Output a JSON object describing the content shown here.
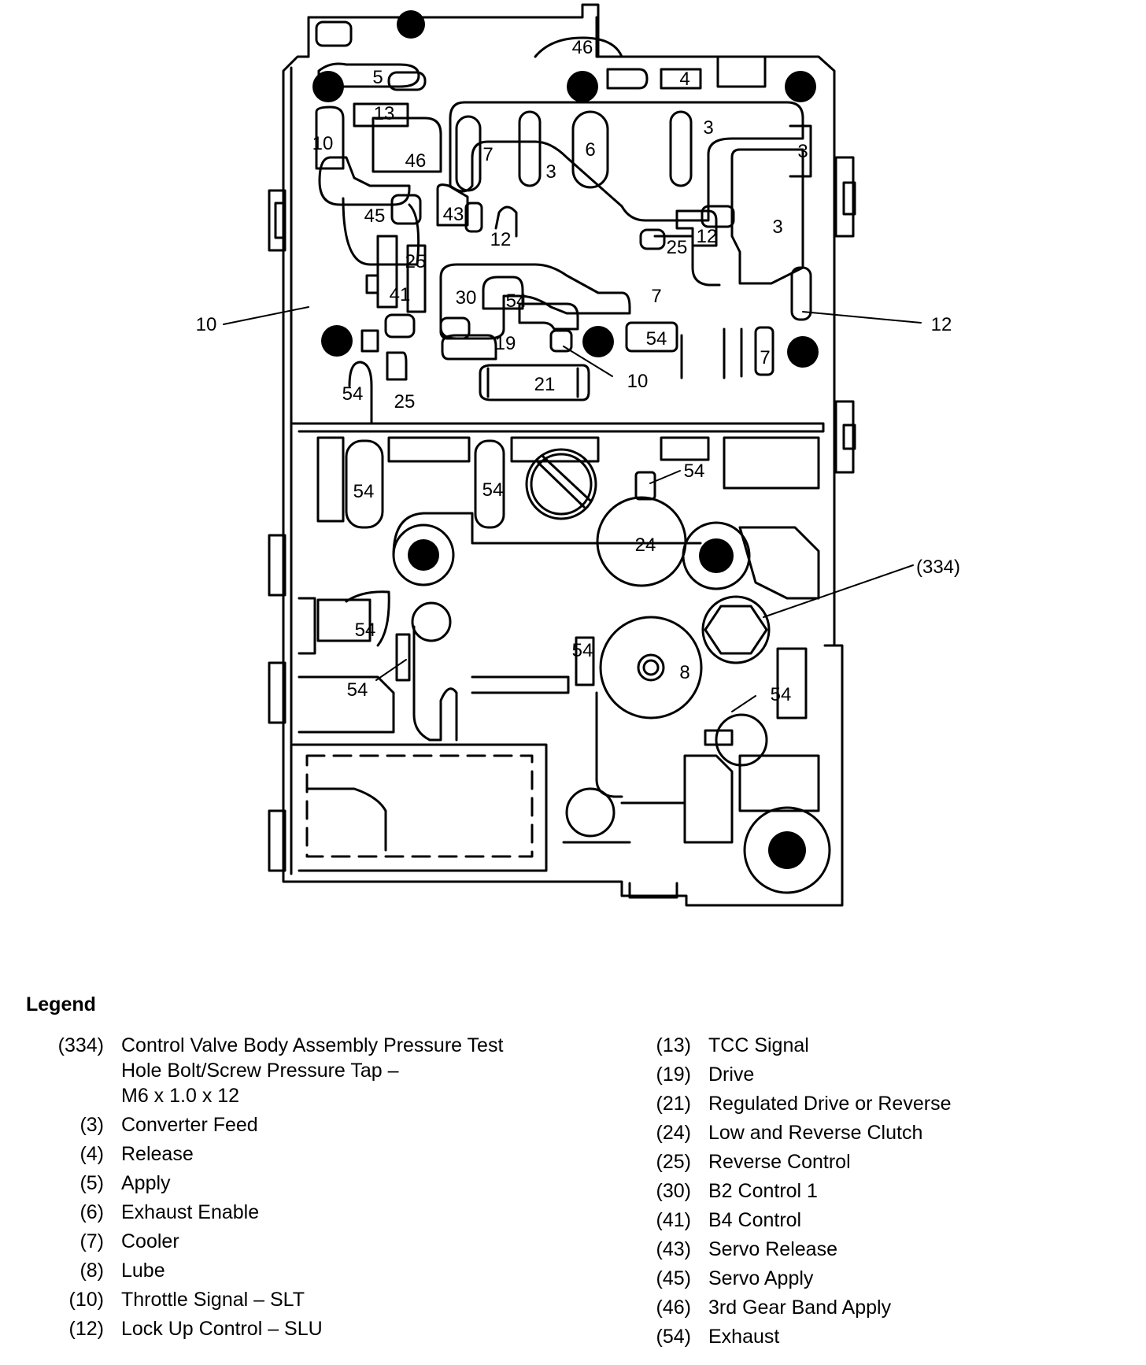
{
  "diagram": {
    "passage_labels": {
      "p5": "5",
      "p46_top": "46",
      "p4": "4",
      "p13": "13",
      "p10_in": "10",
      "p46_mid": "46",
      "p7_a": "7",
      "p3_a": "3",
      "p6": "6",
      "p3_b": "3",
      "p3_c": "3",
      "p45": "45",
      "p43": "43",
      "p12_a": "12",
      "p25_a": "25",
      "p12_b": "12",
      "p3_d": "3",
      "p41": "41",
      "p30": "30",
      "p54_a": "54",
      "p7_b": "7",
      "p19": "19",
      "p54_b": "54",
      "p7_c": "7",
      "p21": "21",
      "p54_c": "54",
      "p25_b": "25",
      "p54_d": "54",
      "p54_e": "54",
      "p24": "24",
      "p54_f": "54",
      "p54_g": "54",
      "p8": "8"
    },
    "callouts": {
      "c10_left": "10",
      "c12_right": "12",
      "c10_lower": "10",
      "c54_upper": "54",
      "c334": "(334)",
      "c54_left": "54",
      "c54_right": "54"
    }
  },
  "legend": {
    "title": "Legend",
    "left": [
      {
        "num": "(334)",
        "lines": [
          "Control Valve Body Assembly Pressure Test",
          "Hole Bolt/Screw Pressure Tap –",
          " M6 x 1.0 x 12"
        ]
      },
      {
        "num": "(3)",
        "lines": [
          "Converter Feed"
        ]
      },
      {
        "num": "(4)",
        "lines": [
          "Release"
        ]
      },
      {
        "num": "(5)",
        "lines": [
          "Apply"
        ]
      },
      {
        "num": "(6)",
        "lines": [
          "Exhaust Enable"
        ]
      },
      {
        "num": "(7)",
        "lines": [
          "Cooler"
        ]
      },
      {
        "num": "(8)",
        "lines": [
          "Lube"
        ]
      },
      {
        "num": "(10)",
        "lines": [
          "Throttle Signal – SLT"
        ]
      },
      {
        "num": "(12)",
        "lines": [
          "Lock Up Control – SLU"
        ]
      }
    ],
    "right": [
      {
        "num": "(13)",
        "lines": [
          "TCC Signal"
        ]
      },
      {
        "num": "(19)",
        "lines": [
          "Drive"
        ]
      },
      {
        "num": "(21)",
        "lines": [
          "Regulated Drive or Reverse"
        ]
      },
      {
        "num": "(24)",
        "lines": [
          "Low and Reverse Clutch"
        ]
      },
      {
        "num": "(25)",
        "lines": [
          "Reverse Control"
        ]
      },
      {
        "num": "(30)",
        "lines": [
          "B2 Control 1"
        ]
      },
      {
        "num": "(41)",
        "lines": [
          "B4 Control"
        ]
      },
      {
        "num": "(43)",
        "lines": [
          "Servo Release"
        ]
      },
      {
        "num": "(45)",
        "lines": [
          "Servo Apply"
        ]
      },
      {
        "num": "(46)",
        "lines": [
          "3rd Gear Band Apply"
        ]
      },
      {
        "num": "(54)",
        "lines": [
          "Exhaust"
        ]
      }
    ]
  }
}
